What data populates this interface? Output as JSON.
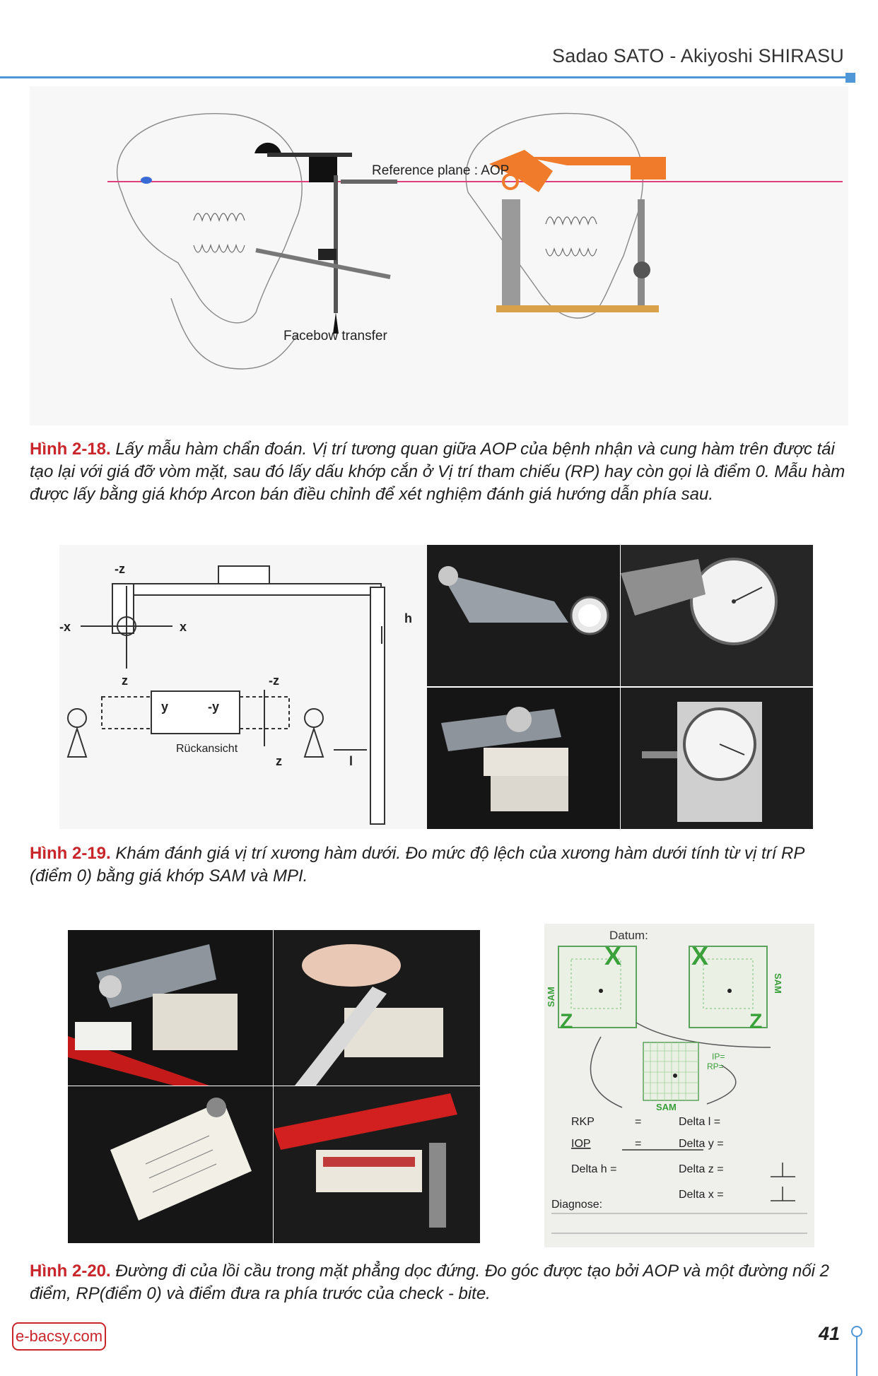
{
  "header": {
    "author": "Sadao SATO - Akiyoshi SHIRASU"
  },
  "figure18": {
    "label_reference": "Reference plane : AOP",
    "label_facebow": "Facebow transfer",
    "caption_num": "Hình 2-18.",
    "caption_text": " Lấy mẫu hàm chẩn đoán. Vị trí tương quan giữa AOP của bệnh nhận và cung hàm trên được tái tạo lại với giá đỡ vòm mặt, sau đó lấy dấu khớp cắn ở Vị trí tham chiếu (RP) hay còn gọi là điểm 0. Mẫu hàm được lấy bằng giá khớp Arcon bán điều chỉnh để xét nghiệm đánh giá hướng dẫn phía sau."
  },
  "figure19": {
    "axis_neg_z": "-z",
    "axis_neg_x": "-x",
    "axis_x": "x",
    "axis_z": "z",
    "axis_y": "y",
    "axis_neg_y": "-y",
    "axis_h": "h",
    "axis_l": "l",
    "label_rueckansicht": "Rückansicht",
    "caption_num": "Hình 2-19.",
    "caption_text": " Khám đánh giá vị trí xương hàm dưới. Đo mức độ lệch của xương hàm dưới tính từ vị trí RP (điểm 0) bằng giá khớp SAM và MPI."
  },
  "figure20": {
    "datum": "Datum:",
    "sam": "SAM",
    "ip": "IP=",
    "rp": "RP=",
    "rkp": "RKP",
    "iop": "IOP",
    "delta_h": "Delta h =",
    "delta_l": "Delta l =",
    "delta_y": "Delta y =",
    "delta_z": "Delta z =",
    "delta_x": "Delta x =",
    "diagnose": "Diagnose:",
    "caption_num": "Hình 2-20.",
    "caption_text": " Đường đi của lồi cầu trong mặt phẳng dọc đứng. Đo góc được tạo bởi AOP và một đường nối 2 điểm, RP(điểm 0) và điểm đưa ra phía trước của check - bite."
  },
  "footer": {
    "logo": "e-bacsy.com",
    "page_number": "41"
  },
  "colors": {
    "accent_blue": "#4f97d6",
    "caption_red": "#c9262c",
    "instrument_orange": "#f07b2a",
    "plane_pink": "#e0407a"
  }
}
